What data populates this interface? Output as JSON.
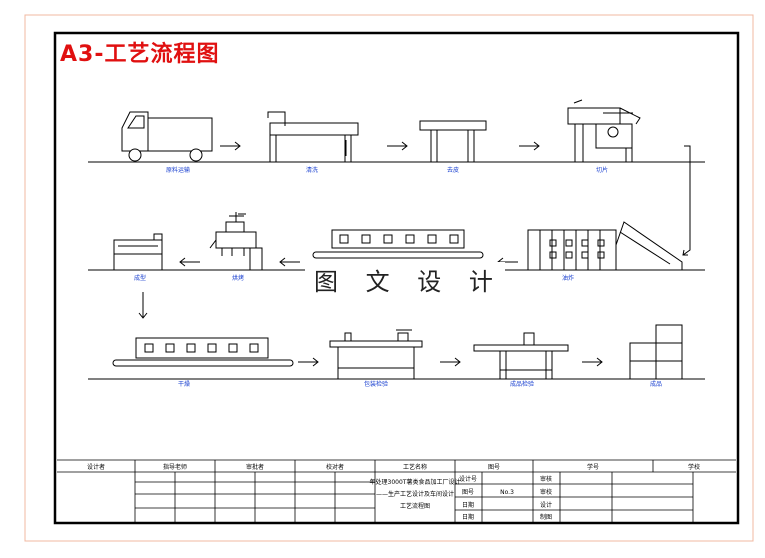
{
  "title": "A3-工艺流程图",
  "watermark": "图 文 设 计",
  "colors": {
    "title": "#e01010",
    "label": "#1a40d0",
    "outer_border": "#f0b8a0",
    "line": "#000000"
  },
  "process": {
    "row1": [
      "原料运输",
      "清洗",
      "去皮",
      "切片"
    ],
    "row2": [
      "成型",
      "烘烤",
      "油炸"
    ],
    "row3": [
      "干燥",
      "包装检验",
      "成品检验",
      "成品"
    ]
  },
  "title_block": {
    "header": [
      "设计者",
      "指导老师",
      "审批者",
      "校对者",
      "工艺名称",
      "图号",
      "学号",
      "学校"
    ],
    "project_lines": [
      "年处理3000T薯类食品加工厂设计",
      "——生产工艺设计及车间设计",
      "工艺流程图"
    ],
    "fields": [
      "设计号",
      "图号",
      "日期",
      "日期"
    ],
    "drawing_no": "No.3",
    "right_fields": [
      "审核",
      "审校",
      "设计",
      "制图"
    ]
  }
}
